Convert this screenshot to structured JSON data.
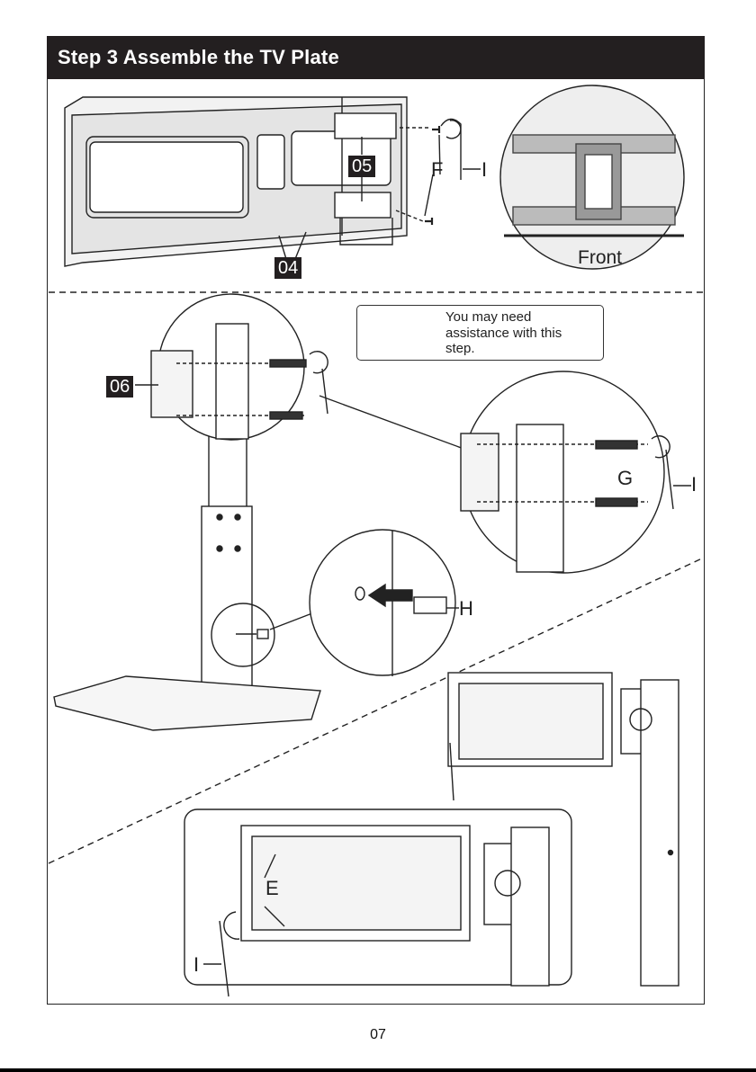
{
  "header": {
    "title": "Step 3 Assemble the TV Plate"
  },
  "labels": {
    "part_05": "05",
    "part_04": "04",
    "part_06": "06",
    "screw_F": "F",
    "wrench_I": "I",
    "screw_G": "G",
    "cap_H": "H",
    "screw_E": "E",
    "front": "Front"
  },
  "caution": {
    "icon": "warning-triangle-icon",
    "text_line1": "You may need",
    "text_line2": "assistance with this",
    "text_line3": "step."
  },
  "footer": {
    "page_number": "07"
  },
  "colors": {
    "header_bg": "#231f20",
    "header_text": "#ffffff",
    "line": "#222222"
  }
}
